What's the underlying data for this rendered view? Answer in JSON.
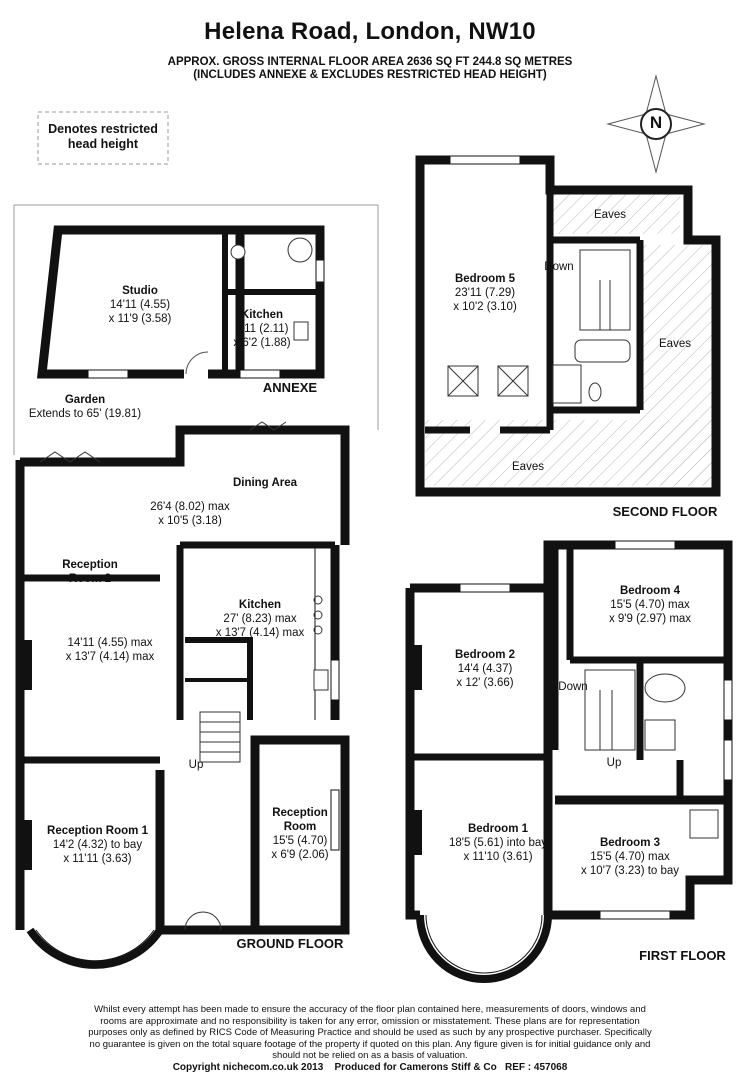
{
  "header": {
    "title": "Helena Road, London, NW10",
    "area": "APPROX. GROSS INTERNAL FLOOR AREA 2636 SQ FT 244.8 SQ METRES",
    "note": "(INCLUDES ANNEXE & EXCLUDES RESTRICTED HEAD HEIGHT)"
  },
  "legend": {
    "line1": "Denotes restricted",
    "line2": "head height"
  },
  "compass": {
    "letter": "N"
  },
  "floors": {
    "annexe": "ANNEXE",
    "ground": "GROUND FLOOR",
    "first": "FIRST FLOOR",
    "second": "SECOND FLOOR"
  },
  "rooms": {
    "studio": {
      "name": "Studio",
      "d1": "14'11 (4.55)",
      "d2": "x 11'9 (3.58)"
    },
    "annexe_kitchen": {
      "name": "Kitchen",
      "d1": "6'11 (2.11)",
      "d2": "x 6'2 (1.88)"
    },
    "garden": {
      "name": "Garden",
      "d1": "Extends to 65' (19.81)"
    },
    "dining": {
      "name": "Dining Area",
      "d1": "26'4 (8.02) max",
      "d2": "x 10'5 (3.18)"
    },
    "reception2": {
      "name1": "Reception",
      "name2": "Room 2",
      "d1": "14'11 (4.55) max",
      "d2": "x 13'7 (4.14) max"
    },
    "kitchen": {
      "name": "Kitchen",
      "d1": "27' (8.23) max",
      "d2": "x 13'7 (4.14) max"
    },
    "reception1": {
      "name": "Reception Room 1",
      "d1": "14'2 (4.32) to bay",
      "d2": "x 11'11 (3.63)"
    },
    "reception": {
      "name1": "Reception",
      "name2": "Room",
      "d1": "15'5 (4.70)",
      "d2": "x 6'9 (2.06)"
    },
    "bedroom5": {
      "name": "Bedroom 5",
      "d1": "23'11 (7.29)",
      "d2": "x 10'2 (3.10)"
    },
    "bedroom4": {
      "name": "Bedroom 4",
      "d1": "15'5 (4.70) max",
      "d2": "x 9'9 (2.97) max"
    },
    "bedroom2": {
      "name": "Bedroom 2",
      "d1": "14'4 (4.37)",
      "d2": "x 12' (3.66)"
    },
    "bedroom1": {
      "name": "Bedroom 1",
      "d1": "18'5 (5.61) into bay",
      "d2": "x 11'10 (3.61)"
    },
    "bedroom3": {
      "name": "Bedroom 3",
      "d1": "15'5 (4.70) max",
      "d2": "x 10'7 (3.23) to bay"
    }
  },
  "labels": {
    "eaves": "Eaves",
    "down": "Down",
    "up": "Up"
  },
  "footer": {
    "disclaimer": "Whilst every attempt has been made to ensure the accuracy of the floor plan contained here, measurements of doors, windows and rooms are approximate and no responsibility is taken for any error, omission or misstatement. These plans are for representation purposes only as defined by RICS Code of Measuring Practice and should be used as such by any prospective purchaser. Specifically no guarantee is given on the total square footage of the property if quoted on this plan. Any figure given is for initial guidance only and should not be relied on as a basis of valuation.",
    "copyright": "Copyright nichecom.co.uk 2013",
    "produced": "Produced for Camerons Stiff & Co",
    "ref": "REF : 457068"
  }
}
